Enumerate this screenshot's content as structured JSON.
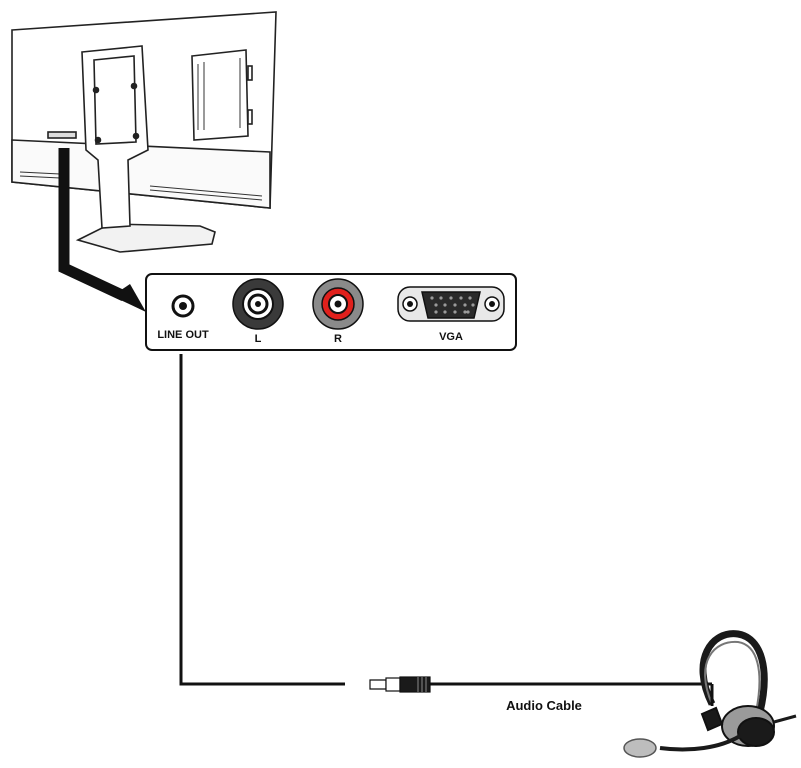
{
  "panel": {
    "line_out_label": "LINE OUT",
    "left_label": "L",
    "right_label": "R",
    "vga_label": "VGA"
  },
  "cable": {
    "label": "Audio Cable"
  },
  "colors": {
    "line": "#111111",
    "right_jack": "#e0201c",
    "left_ring": "#3a3a3a",
    "right_ring": "#8a8a8a"
  },
  "icons": [
    "monitor-icon",
    "line-out-jack-icon",
    "rca-left-jack-icon",
    "rca-right-jack-icon",
    "vga-port-icon",
    "audio-plug-icon",
    "headset-icon"
  ]
}
